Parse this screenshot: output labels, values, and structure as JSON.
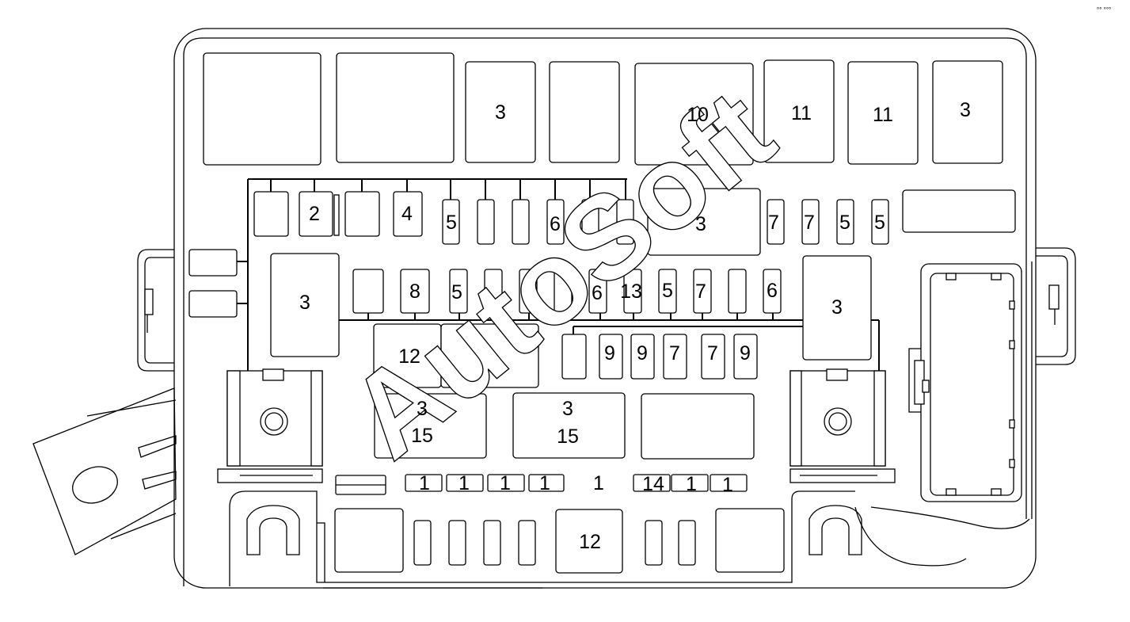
{
  "watermark": "AutoSoft",
  "corner_mark": "°° °°°",
  "labels": {
    "r1_3a": "3",
    "r1_10": "10",
    "r1_11a": "11",
    "r1_11b": "11",
    "r1_3b": "3",
    "r2_2": "2",
    "r2_4": "4",
    "r2_5": "5",
    "r2_6": "6",
    "r2_3": "3",
    "r2_7a": "7",
    "r2_7b": "7",
    "r2_5b": "5",
    "r2_5c": "5",
    "relay_left_3": "3",
    "relay_right_3": "3",
    "r3_8": "8",
    "r3_5": "5",
    "r3_6": "6",
    "r3_13": "13",
    "r3_5b": "5",
    "r3_7": "7",
    "r3_6b": "6",
    "r4_12": "12",
    "r4_9a": "9",
    "r4_9b": "9",
    "r4_7a": "7",
    "r4_7b": "7",
    "r4_9c": "9",
    "r5_3a": "3",
    "r5_15a": "15",
    "r5_3b": "3",
    "r5_15b": "15",
    "r6_1a": "1",
    "r6_1b": "1",
    "r6_1c": "1",
    "r6_1d": "1",
    "r6_1e": "1",
    "r6_14": "14",
    "r6_1f": "1",
    "r6_1g": "1",
    "r7_12": "12"
  }
}
